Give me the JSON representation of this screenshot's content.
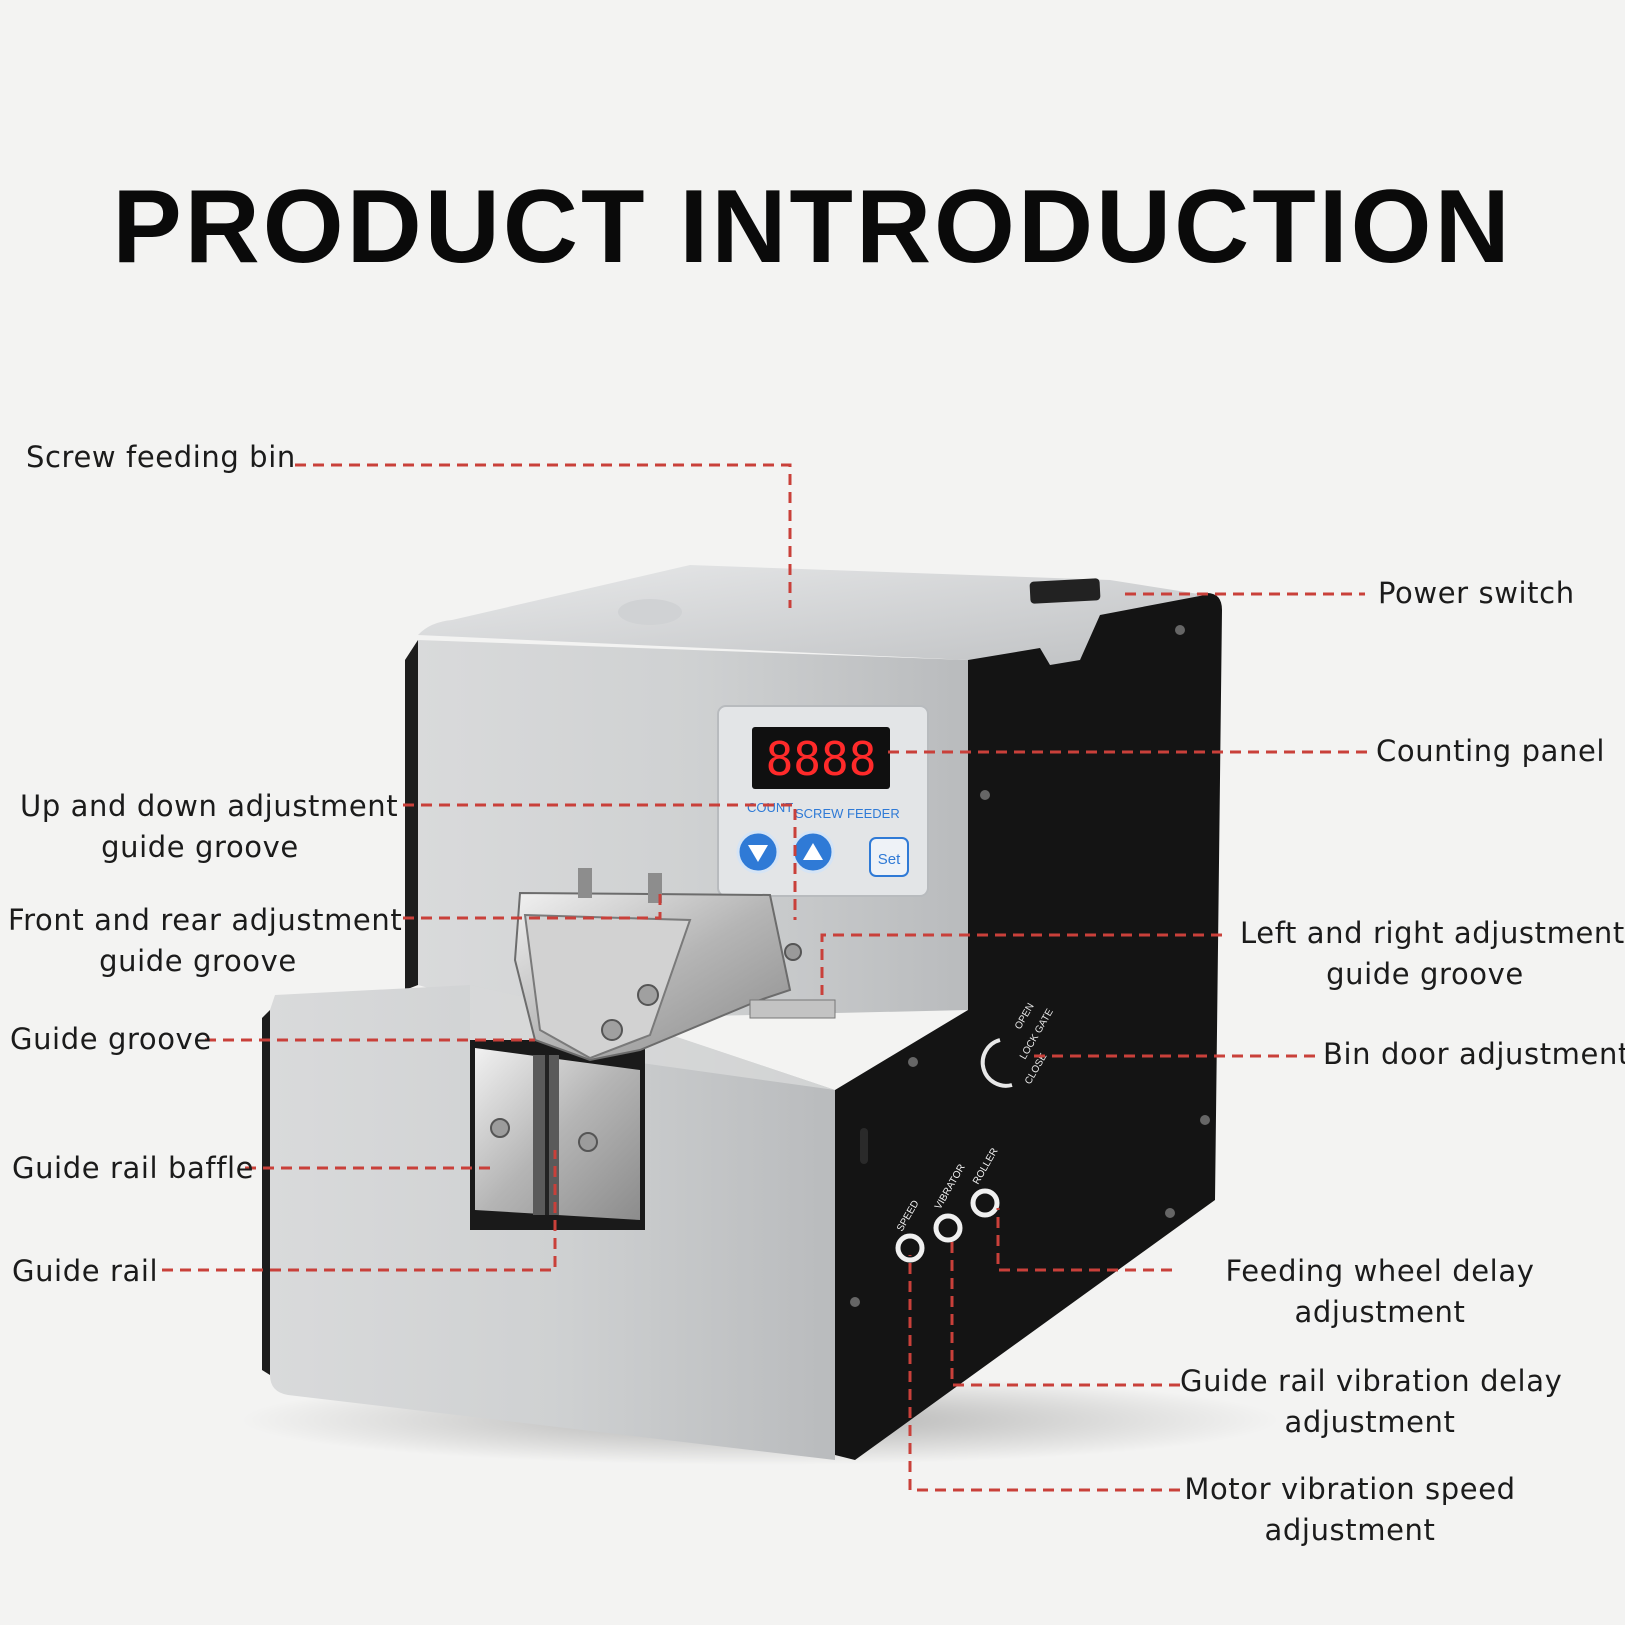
{
  "title": "PRODUCT INTRODUCTION",
  "colors": {
    "background": "#f3f3f2",
    "leader_line": "#c9403a",
    "housing_silver": "#c9cbcd",
    "housing_black": "#141414",
    "panel_blue": "#2f7ad6"
  },
  "device": {
    "display_digits": "8888",
    "panel_label_count": "COUNT",
    "panel_label_feeder": "SCREW FEEDER",
    "set_button_label": "Set",
    "gate_open": "OPEN",
    "gate_lock": "LOCK GATE",
    "gate_close": "CLOSE",
    "knob_speed": "SPEED",
    "knob_vibrator": "VIBRATOR",
    "knob_roller": "ROLLER"
  },
  "callouts": {
    "screw_feeding_bin": [
      "Screw feeding bin"
    ],
    "power_switch": [
      "Power switch"
    ],
    "counting_panel": [
      "Counting panel"
    ],
    "up_down_groove": [
      "Up and down adjustment",
      "guide groove"
    ],
    "front_rear_groove": [
      "Front and rear adjustment",
      "guide groove"
    ],
    "left_right_groove": [
      "Left and right adjustment",
      "guide groove"
    ],
    "guide_groove": [
      "Guide groove"
    ],
    "bin_door": [
      "Bin door adjustment"
    ],
    "guide_rail_baffle": [
      "Guide rail baffle"
    ],
    "guide_rail": [
      "Guide rail"
    ],
    "feeding_wheel_delay": [
      "Feeding wheel delay",
      "adjustment"
    ],
    "guide_rail_vibration_delay": [
      "Guide rail vibration delay",
      "adjustment"
    ],
    "motor_vibration_speed": [
      "Motor vibration speed",
      "adjustment"
    ]
  }
}
